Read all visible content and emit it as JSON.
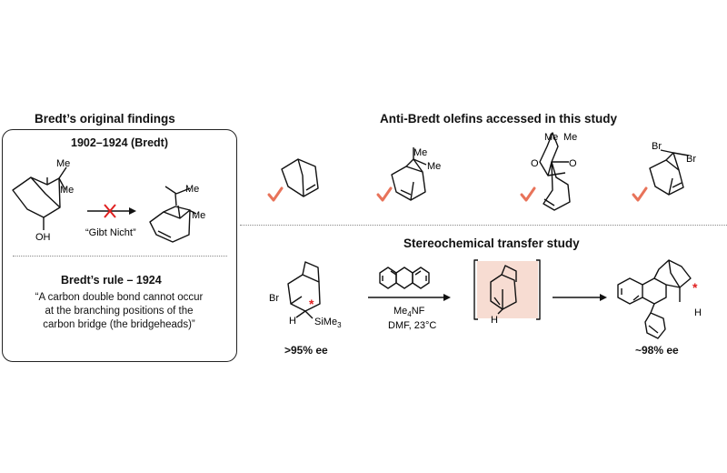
{
  "left_panel": {
    "heading": "Bredt’s original findings",
    "period_label": "1902–1924 (Bredt)",
    "gibt_nicht": "“Gibt Nicht”",
    "atoms": {
      "me": "Me",
      "oh": "OH"
    },
    "rule_title": "Bredt’s rule – 1924",
    "rule_quote": [
      "“A carbon double bond cannot occur",
      "at the branching positions of the",
      "carbon bridge (the bridgeheads)”"
    ]
  },
  "right_top": {
    "heading": "Anti-Bredt olefins accessed in this study",
    "atoms": {
      "me": "Me",
      "o": "O",
      "br": "Br"
    },
    "check_color": "#e8735a"
  },
  "right_bottom": {
    "heading": "Stereochemical transfer study",
    "reagent": {
      "main": "Me",
      "sub": "4",
      "tail": "NF"
    },
    "conditions": "DMF, 23°C",
    "atoms": {
      "br": "Br",
      "h": "H",
      "si_main": "SiMe",
      "si_sub": "3",
      "star": "*"
    },
    "ee_start": ">95% ee",
    "ee_product": "~98% ee",
    "intermediate_fill": "#f7dcd2",
    "star_color": "#e02020"
  }
}
